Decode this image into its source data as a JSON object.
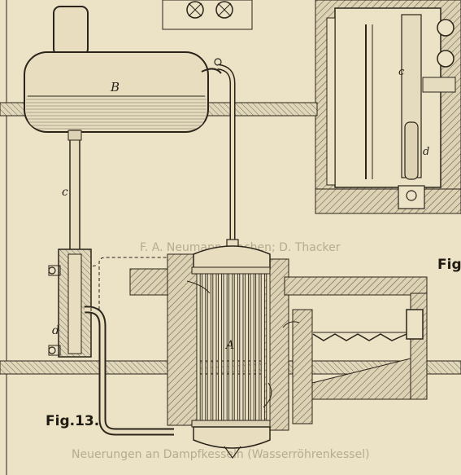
{
  "labels": {
    "B": "B",
    "c_left": "c",
    "d_left": "d",
    "A": "A",
    "c_right": "c",
    "d_right": "d"
  },
  "figures": {
    "fig13": "Fig.13.",
    "fig_right_partial": "Fig."
  },
  "bleed_through": {
    "middle": "F. A. Neumann, Aachen; D. Thacker",
    "bottom": "Neuerungen an Dampfkesseln (Wasserröhrenkessel)"
  },
  "colors": {
    "paper": "#ece2c6",
    "ink": "#2a241a",
    "hatch": "#6d6352"
  }
}
